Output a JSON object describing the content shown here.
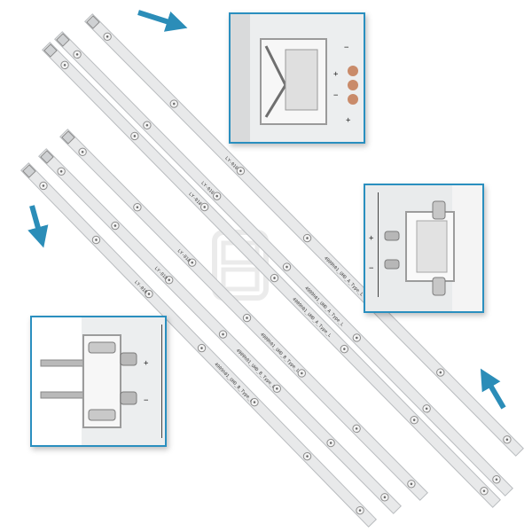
{
  "colors": {
    "strip": "#e8e9ea",
    "strip_edge": "#b9bcbf",
    "accent": "#2a8fbf",
    "arrow": "#2b8db8",
    "led": "#f4f4f4",
    "copper": "#c98b6a"
  },
  "strips": {
    "a_group": [
      {
        "code_label": "LY-018",
        "type_label": "4909h01_UHD_A_Type_L"
      },
      {
        "code_label": "LY-018",
        "type_label": "4909h01_UHD_A_Type_L"
      },
      {
        "code_label": "LY-018",
        "type_label": "4909h01_UHD_A_Type_L"
      }
    ],
    "b_group": [
      {
        "code_label": "LY-018",
        "type_label": "4909h01_UHD_B_Type_L"
      },
      {
        "code_label": "LY-018",
        "type_label": "4909h01_UHD_B_Type_L"
      },
      {
        "code_label": "LY-018",
        "type_label": "4909h01_UHD_B_Type_L"
      }
    ]
  },
  "insets": {
    "top_connector": {
      "minus_sign": "−",
      "plus_sign": "+",
      "minus_sign_2": "−",
      "plus_sign_2": "+"
    },
    "right_connector": {
      "plus_sign": "+",
      "minus_sign": "−"
    },
    "left_connector": {
      "plus_sign": "+",
      "minus_sign": "−"
    }
  },
  "watermark_icon": "store-logo-watermark",
  "arrow_icons": [
    "arrow-right-icon",
    "arrow-down-icon",
    "arrow-up-icon"
  ]
}
